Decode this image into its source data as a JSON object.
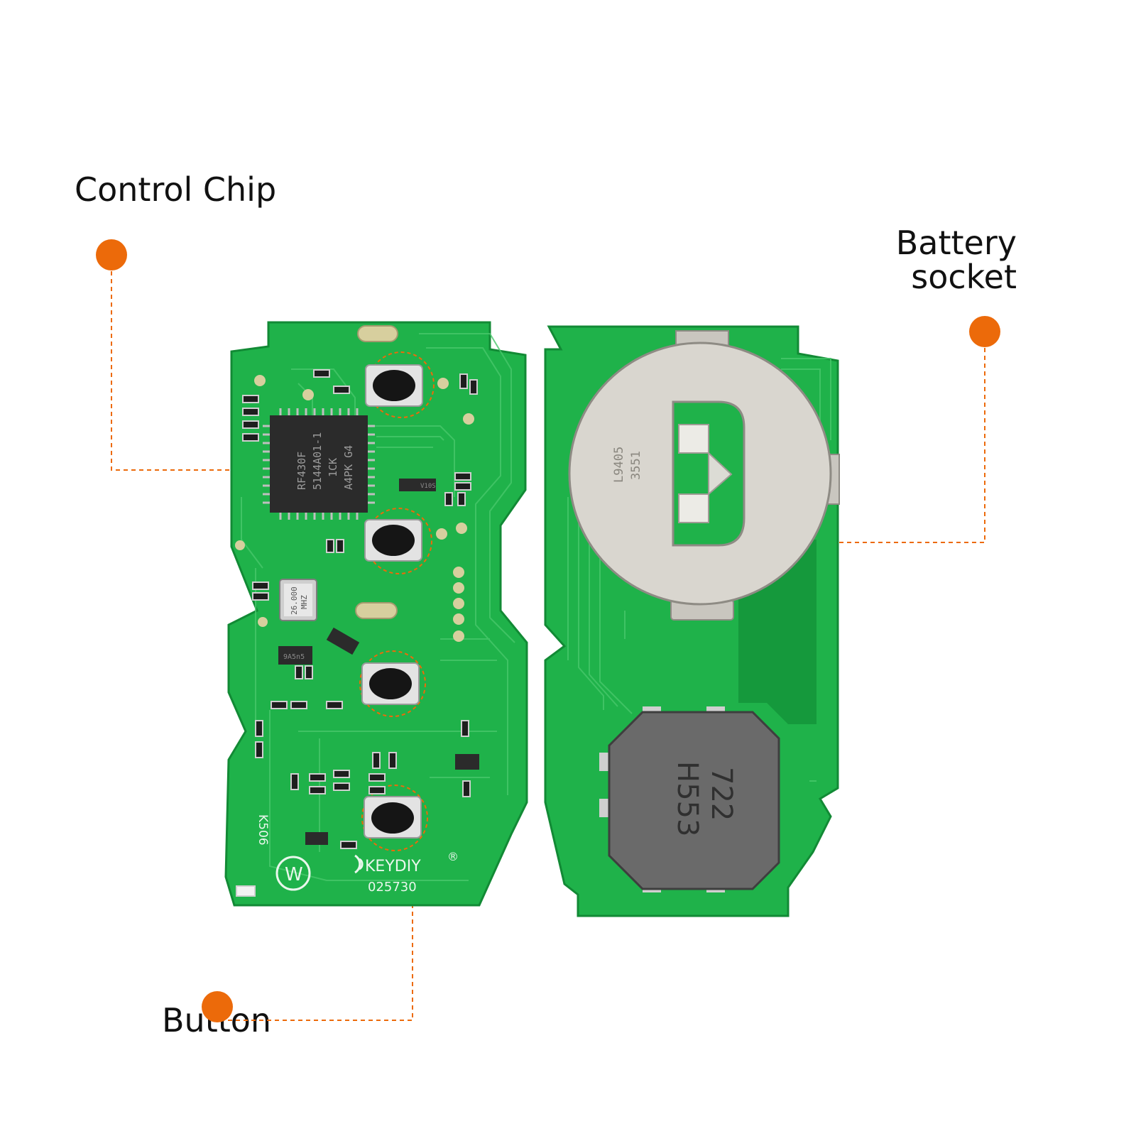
{
  "callouts": {
    "control_chip": "Control Chip",
    "battery_socket_line1": "Battery",
    "battery_socket_line2": "socket",
    "button": "Button"
  },
  "board_front": {
    "brand": "KEYDIY",
    "registered_mark": "®",
    "serial": "025730",
    "model_code": "K506",
    "w_logo": "W",
    "chip_marking_lines": [
      "RF430F",
      "5144A01-1",
      "1CK",
      "A4PK G4"
    ],
    "crystal_marking": [
      "26.000",
      "MHZ"
    ],
    "transistor_marking": "9A5n5",
    "small_part_marking": "V10S"
  },
  "board_back": {
    "buzzer_marking": [
      "722",
      "H553"
    ],
    "battery_clip_marking": [
      "L9405",
      "3551"
    ]
  },
  "colors": {
    "pcb_green": "#1fb24a",
    "pcb_dark_green": "#15993c",
    "callout_orange": "#ec6a0a",
    "silver": "#d9d6cf",
    "chip_black": "#2b2b2b"
  },
  "icons": {
    "callout_dot": "orange-dot-icon",
    "wireless": "wireless-icon"
  }
}
